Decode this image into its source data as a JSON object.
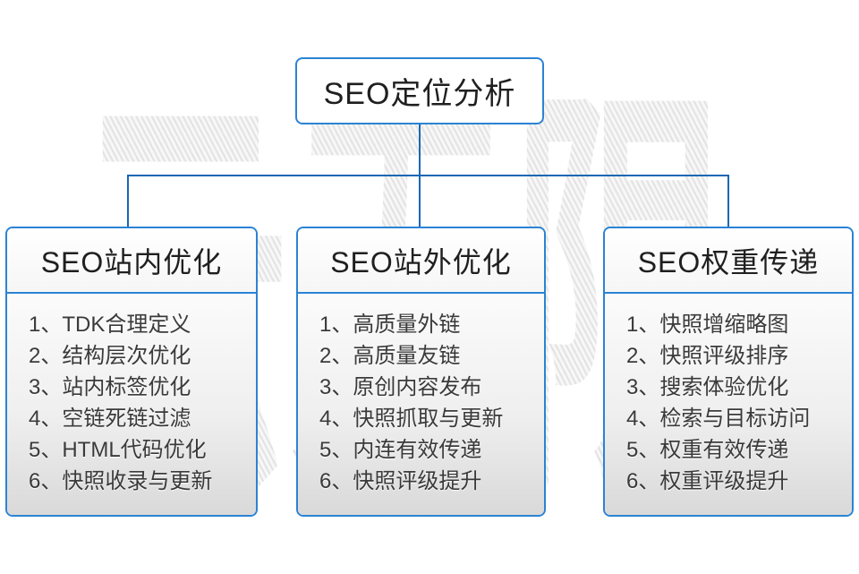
{
  "watermark": "云无限",
  "root": {
    "label": "SEO定位分析"
  },
  "columns": [
    {
      "header": "SEO站内优化",
      "items": [
        "1、TDK合理定义",
        "2、结构层次优化",
        "3、站内标签优化",
        "4、空链死链过滤",
        "5、HTML代码优化",
        "6、快照收录与更新"
      ]
    },
    {
      "header": "SEO站外优化",
      "items": [
        "1、高质量外链",
        "2、高质量友链",
        "3、原创内容发布",
        "4、快照抓取与更新",
        "5、内连有效传递",
        "6、快照评级提升"
      ]
    },
    {
      "header": "SEO权重传递",
      "items": [
        "1、快照增缩略图",
        "2、快照评级排序",
        "3、搜索体验优化",
        "4、检索与目标访问",
        "5、权重有效传递",
        "6、权重评级提升"
      ]
    }
  ],
  "colors": {
    "box_border": "#2b83d4",
    "connector_line": "#1968b3",
    "header_text": "#1f1f1f",
    "item_text": "#3a3a3a",
    "watermark_hatch": "#e3e3e3"
  }
}
